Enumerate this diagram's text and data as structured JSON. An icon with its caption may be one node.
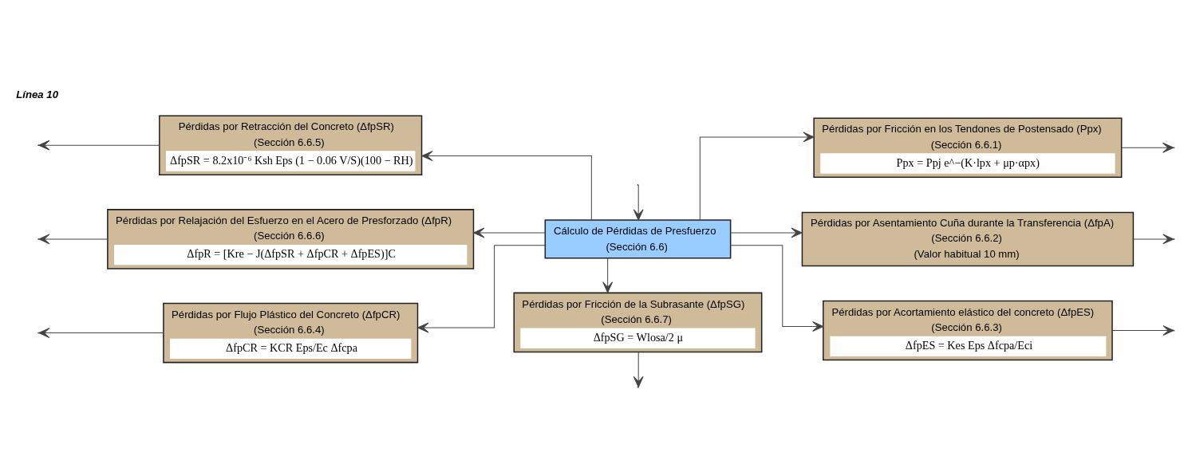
{
  "diagram": {
    "nodes": [
      {
        "text": [
          "Pérdidas por Flujo Plástico del Concreto (ΔfpCR)",
          "(Sección 6.6.4)",
          "ΔfpCR = KCR Eps/Ec Δfcpa"
        ]
      },
      {
        "text": [
          "Pérdidas por Fricción en los Tendones de Postensado (Ppx)",
          "(Sección 6.6.1)",
          "Ppx = Ppj e^−(K·lpx + μp·αpx)"
        ]
      },
      {
        "text": [
          "Pérdidas por Retracción del Concreto (ΔfpSR)",
          "(Sección 6.6.5)",
          "ΔfpSR = 8.2x10⁻⁶ Ksh Eps (1 − 0.06 V/S)(100 − RH)"
        ]
      },
      {
        "text": [
          "Cálculo de Pérdidas de Presfuerzo",
          "(Sección 6.6)"
        ]
      },
      {
        "text": [
          "Pérdidas por Asentamiento Cuña durante la Transferencia (ΔfpA)",
          "(Sección 6.6.2)",
          "(Valor habitual 10 mm)"
        ]
      },
      {
        "text": [
          "Pérdidas por Relajación del Esfuerzo en el Acero de Presforzado (ΔfpR)",
          "(Sección 6.6.6)",
          "ΔfpR = [Kre − J(ΔfpSR + ΔfpCR + ΔfpES)]C"
        ]
      },
      {
        "text": [
          "Pérdidas por Acortamiento elástico del concreto (ΔfpES)",
          "(Sección 6.6.3)",
          "ΔfpES = Kes Eps Δfcpa/Eci"
        ]
      },
      {
        "text": [
          "Pérdidas por Fricción de la Subrasante (ΔfpSG)",
          "(Sección 6.6.7)",
          "ΔfpSG = Wlosa/2 μ"
        ]
      }
    ],
    "edges": [
      {
        "from": null,
        "to": 3,
        "arrow": "to"
      },
      {
        "from": 3,
        "to": 0,
        "arrow": "to"
      },
      {
        "from": 3,
        "to": 2,
        "arrow": "to"
      },
      {
        "from": 3,
        "to": 5,
        "arrow": "to"
      },
      {
        "from": 3,
        "to": 7,
        "arrow": "to"
      },
      {
        "from": 3,
        "to": 1,
        "arrow": "to"
      },
      {
        "from": 3,
        "to": 4,
        "arrow": "to"
      },
      {
        "from": 3,
        "to": 6,
        "arrow": "to"
      },
      {
        "from": 0,
        "to": null,
        "arrow": "to"
      },
      {
        "from": 2,
        "to": null,
        "arrow": "to"
      },
      {
        "from": 5,
        "to": null,
        "arrow": "to"
      },
      {
        "from": 7,
        "to": null,
        "arrow": "to"
      },
      {
        "from": 1,
        "to": null,
        "arrow": "to"
      },
      {
        "from": 4,
        "to": null,
        "arrow": "to"
      },
      {
        "from": 6,
        "to": null,
        "arrow": "to"
      }
    ],
    "labels": [
      "Línea 10"
    ]
  }
}
